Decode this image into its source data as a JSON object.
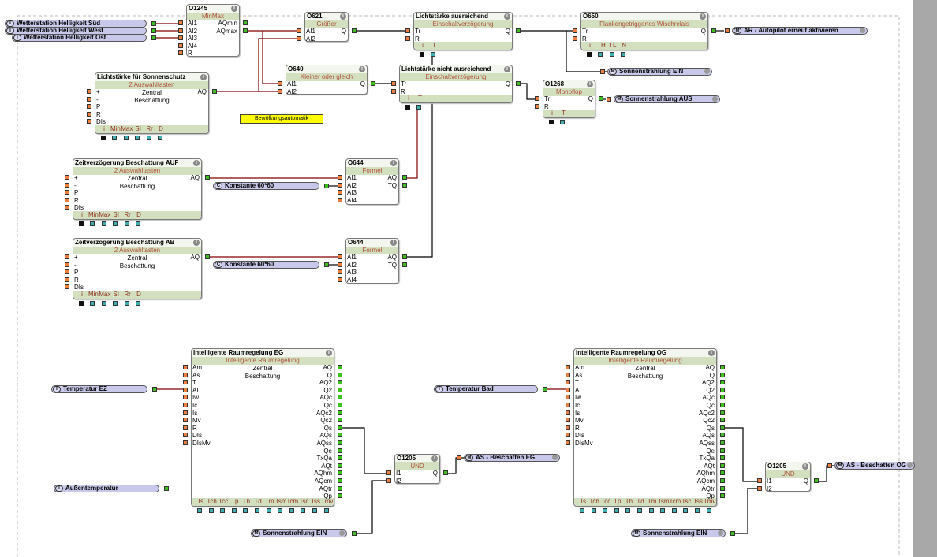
{
  "colors": {
    "analog_wire": "#800000",
    "digital_wire": "#000000",
    "block_header": "#d3e0c0",
    "tag_fill": "#c8c8ea",
    "note": "#ffff00"
  },
  "note": "Bewölkungsautomatik",
  "tags": [
    {
      "id": "t1",
      "kind": "I",
      "label": "Wetterstation Helligkeit Süd"
    },
    {
      "id": "t2",
      "kind": "I",
      "label": "Wetterstation Helligkeit West"
    },
    {
      "id": "t3",
      "kind": "I",
      "label": "Wetterstation Helligkeit Ost"
    },
    {
      "id": "t4",
      "kind": "M",
      "label": "AR - Autopilot erneut aktivieren"
    },
    {
      "id": "t5",
      "kind": "M",
      "label": "Sonnenstrahlung EIN"
    },
    {
      "id": "t6",
      "kind": "M",
      "label": "Sonnenstrahlung AUS"
    },
    {
      "id": "t7",
      "kind": "C",
      "label": "Konstante 60*60"
    },
    {
      "id": "t8",
      "kind": "C",
      "label": "Konstante 60*60"
    },
    {
      "id": "t9",
      "kind": "I",
      "label": "Temperatur EZ"
    },
    {
      "id": "t10",
      "kind": "I",
      "label": "Außentemperatur"
    },
    {
      "id": "t11",
      "kind": "M",
      "label": "Sonnenstrahlung EIN"
    },
    {
      "id": "t12",
      "kind": "M",
      "label": "AS - Beschatten EG"
    },
    {
      "id": "t13",
      "kind": "I",
      "label": "Temperatur Bad"
    },
    {
      "id": "t14",
      "kind": "M",
      "label": "Sonnenstrahlung EIN"
    },
    {
      "id": "t15",
      "kind": "M",
      "label": "AS - Beschatten OG"
    }
  ],
  "blocks": [
    {
      "id": "b1",
      "title": "O1245",
      "subtitle": "MinMax",
      "inputs": [
        "AI1",
        "AI2",
        "AI3",
        "AI4",
        "R"
      ],
      "outputs": [
        "AQmin",
        "AQmax"
      ],
      "center": [],
      "params": []
    },
    {
      "id": "b2",
      "title": "O621",
      "subtitle": "Größer",
      "inputs": [
        "AI1",
        "AI2"
      ],
      "outputs": [
        "Q"
      ],
      "center": [],
      "params": []
    },
    {
      "id": "b3",
      "title": "Lichtstärke ausreichend",
      "subtitle": "Einschaltverzögerung",
      "inputs": [
        "Tr",
        "R"
      ],
      "outputs": [
        "Q"
      ],
      "center": [],
      "params": [
        "i",
        "T"
      ]
    },
    {
      "id": "b4",
      "title": "O650",
      "subtitle": "Flankengetriggertes Wischrelais",
      "inputs": [
        "Tr",
        "R"
      ],
      "outputs": [
        "Q"
      ],
      "center": [],
      "params": [
        "i",
        "TH",
        "TL",
        "N"
      ]
    },
    {
      "id": "b5",
      "title": "Lichtstärke für Sonnenschutz",
      "subtitle": "2 Auswahltasten",
      "inputs": [
        "+",
        "-",
        "P",
        "R",
        "DIs"
      ],
      "outputs": [
        "AQ"
      ],
      "center": [
        "Zentral",
        "Beschattung"
      ],
      "params": [
        "i",
        "Min",
        "Max",
        "SI",
        "Rr",
        "D"
      ]
    },
    {
      "id": "b6",
      "title": "O640",
      "subtitle": "Kleiner oder gleich",
      "inputs": [
        "AI1",
        "AI2"
      ],
      "outputs": [
        "Q"
      ],
      "center": [],
      "params": []
    },
    {
      "id": "b7",
      "title": "Lichtstärke nicht ausreichend",
      "subtitle": "Einschaltverzögerung",
      "inputs": [
        "Tr",
        "R"
      ],
      "outputs": [
        "Q"
      ],
      "center": [],
      "params": [
        "i",
        "T"
      ]
    },
    {
      "id": "b8",
      "title": "O1268",
      "subtitle": "Monoflop",
      "inputs": [
        "Tr",
        "R"
      ],
      "outputs": [
        "Q"
      ],
      "center": [],
      "params": [
        "i",
        "T"
      ]
    },
    {
      "id": "b9",
      "title": "Zeitverzögerung Beschattung AUF",
      "subtitle": "2 Auswahltasten",
      "inputs": [
        "+",
        "-",
        "P",
        "R",
        "DIs"
      ],
      "outputs": [
        "AQ"
      ],
      "center": [
        "Zentral",
        "Beschattung"
      ],
      "params": [
        "i",
        "Min",
        "Max",
        "SI",
        "Rr",
        "D"
      ]
    },
    {
      "id": "b10",
      "title": "O644",
      "subtitle": "Formel",
      "inputs": [
        "AI1",
        "AI2",
        "AI3",
        "AI4"
      ],
      "outputs": [
        "AQ",
        "TQ"
      ],
      "center": [],
      "params": []
    },
    {
      "id": "b11",
      "title": "Zeitverzögerung Beschattung AB",
      "subtitle": "2 Auswahltasten",
      "inputs": [
        "+",
        "-",
        "P",
        "R",
        "DIs"
      ],
      "outputs": [
        "AQ"
      ],
      "center": [
        "Zentral",
        "Beschattung"
      ],
      "params": [
        "i",
        "Min",
        "Max",
        "SI",
        "Rr",
        "D"
      ]
    },
    {
      "id": "b12",
      "title": "O644",
      "subtitle": "Formel",
      "inputs": [
        "AI1",
        "AI2",
        "AI3",
        "AI4"
      ],
      "outputs": [
        "AQ",
        "TQ"
      ],
      "center": [],
      "params": []
    },
    {
      "id": "b13",
      "title": "Intelligente Raumregelung EG",
      "subtitle": "Intelligente Raumregelung",
      "inputs": [
        "Am",
        "As",
        "T",
        "AI",
        "Iw",
        "Ic",
        "Is",
        "Mv",
        "R",
        "DIs",
        "DIsMv"
      ],
      "outputs": [
        "AQ",
        "Q",
        "AQ2",
        "Q2",
        "AQc",
        "Qc",
        "AQc2",
        "Qc2",
        "Qs",
        "AQs",
        "AQss",
        "Qe",
        "TxQa",
        "AQt",
        "AQhm",
        "AQcm",
        "AQtr",
        "Qp"
      ],
      "center": [
        "Zentral",
        "Beschattung"
      ],
      "params": [
        "Ts",
        "Tch",
        "Tcc",
        "Tp",
        "Th",
        "Td",
        "Tm",
        "Tsm",
        "Tcm",
        "Tsc",
        "Tss",
        "Tmv"
      ]
    },
    {
      "id": "b14",
      "title": "O1205",
      "subtitle": "UND",
      "inputs": [
        "I1",
        "I2"
      ],
      "outputs": [
        "Q"
      ],
      "center": [],
      "params": []
    },
    {
      "id": "b15",
      "title": "Intelligente Raumregelung OG",
      "subtitle": "Intelligente Raumregelung",
      "inputs": [
        "Am",
        "As",
        "T",
        "AI",
        "Iw",
        "Ic",
        "Is",
        "Mv",
        "R",
        "DIs",
        "DIsMv"
      ],
      "outputs": [
        "AQ",
        "Q",
        "AQ2",
        "Q2",
        "AQc",
        "Qc",
        "AQc2",
        "Qc2",
        "Qs",
        "AQs",
        "AQss",
        "Qe",
        "TxQa",
        "AQt",
        "AQhm",
        "AQcm",
        "AQtr",
        "Qp"
      ],
      "center": [
        "Zentral",
        "Beschattung"
      ],
      "params": [
        "Ts",
        "Tch",
        "Tcc",
        "Tp",
        "Th",
        "Td",
        "Tm",
        "Tsm",
        "Tcm",
        "Tsc",
        "Tss",
        "Tmv"
      ]
    },
    {
      "id": "b16",
      "title": "O1205",
      "subtitle": "UND",
      "inputs": [
        "I1",
        "I2"
      ],
      "outputs": [
        "Q"
      ],
      "center": [],
      "params": []
    }
  ]
}
